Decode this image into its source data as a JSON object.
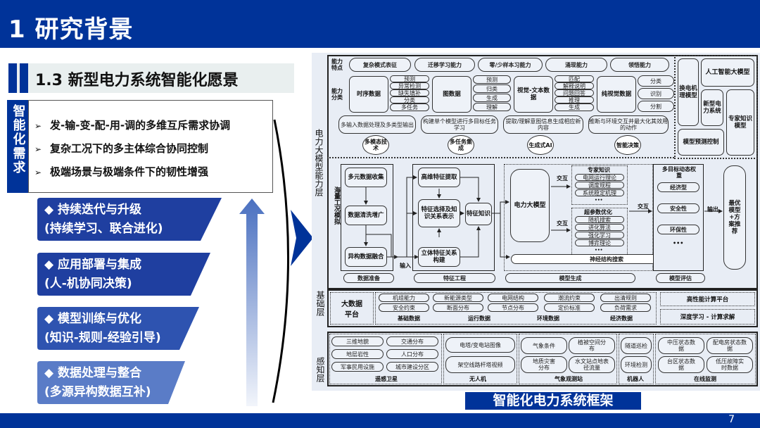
{
  "header": {
    "title": "1 研究背景"
  },
  "section": {
    "title": "1.3 新型电力系统智能化愿景"
  },
  "needs": {
    "label": "智能化需求",
    "items": [
      "发-输-变-配-用-调的多维互斥需求协调",
      "复杂工况下的多主体综合协同控制",
      "极端场景与极端条件下的韧性增强"
    ]
  },
  "stages": [
    {
      "title": "◆ 持续迭代与升级",
      "sub": "(持续学习、联合进化)",
      "color": "#1f3fa0"
    },
    {
      "title": "◆ 应用部署与集成",
      "sub": "(人-机协同决策)",
      "color": "#1f3fa0"
    },
    {
      "title": "◆ 模型训练与优化",
      "sub": "(知识-规则-经验引导)",
      "color": "#2e53b0"
    },
    {
      "title": "◆ 数据处理与整合",
      "sub": "(多源异构数据互补)",
      "color": "#5a7cc7"
    }
  ],
  "diagram": {
    "caption": "智能化电力系统框架",
    "layers": {
      "capability": "电力大模型能力层",
      "base": "基础层",
      "perception": "感知层",
      "sim": "海量工况模拟"
    },
    "features_label": "能力特点",
    "features": [
      "复杂模式表征",
      "迁移学习能力",
      "零/少样本习能力",
      "涌现能力",
      "领悟能力"
    ],
    "class_label": "能力分类",
    "classes": [
      {
        "name": "时序数据",
        "tasks": [
          "预测",
          "异常检测",
          "缺失填补",
          "分类",
          "多任务"
        ]
      },
      {
        "name": "图数据",
        "tasks": [
          "预测",
          "归类",
          "生成",
          "理解"
        ]
      },
      {
        "name": "视觉-文本数据",
        "tasks": [
          "匹配",
          "解释说明",
          "问题回答",
          "推理",
          "生成"
        ]
      },
      {
        "name": "纯视觉数据",
        "tasks": [
          "分类",
          "识别",
          "分割"
        ]
      }
    ],
    "descriptions": [
      "多输入数据处理及多类型输出",
      "构建单个模型进行多目标任务学习",
      "提取/理解意图信息生成相应新内容",
      "推断与环境交互并最大化其效用的动作"
    ],
    "techs": [
      "多模态技术",
      "多任务集成",
      "生成式AI",
      "智能决策"
    ],
    "models": {
      "mech": "换电机理模型",
      "ai": "人工智能大模型",
      "nps": "新型电力系统",
      "expert": "专家知识模型",
      "mpc": "模型预测控制"
    },
    "pipeline": {
      "prep": [
        "多元数据收集",
        "数据清洗增广",
        "异构数据融合"
      ],
      "prep_label": "数据准备",
      "input_label": "输入",
      "feat": [
        "高维特征提取",
        "特征选择及知识关系表示",
        "立体特征关系构建"
      ],
      "feat_knowledge": "特征知识",
      "feat_label": "特征工程",
      "big_model": "电力大模型",
      "interact": "交互",
      "expert_title": "专家知识",
      "expert_items": [
        "电网运行理论",
        "调度规程",
        "系统稳定机理"
      ],
      "hyper_title": "超参数优化",
      "hyper_items": [
        "随机搜索",
        "进化算法",
        "强化学习",
        "博弈理论"
      ],
      "nas": "神经结构搜索",
      "gen_label": "模型生成",
      "ellipsis": "•••",
      "multi_title": "多目标动态权重",
      "multi_items": [
        "经济型",
        "安全性",
        "环保性"
      ],
      "output_label": "输出",
      "best": "最优模型+方案推荐",
      "eval_label": "模型评估"
    },
    "base": {
      "platform": "大数据平台",
      "groups": [
        {
          "name": "基础数据",
          "items": [
            "机组能力",
            "安全约束"
          ]
        },
        {
          "name": "运行数据",
          "items": [
            "新能源类型",
            "断面分布"
          ]
        },
        {
          "name": "环境数据",
          "items": [
            "电网结构",
            "节点分布",
            "潮流约束",
            "定价标准"
          ]
        },
        {
          "name": "经济数据",
          "items": [
            "出清规则",
            "负荷需求"
          ]
        }
      ],
      "hpc": "高性能计算平台",
      "dl": "深度学习 - 计算求解"
    },
    "perception": {
      "groups": [
        {
          "name": "遥感卫星",
          "items": [
            "三维地貌",
            "交通分布",
            "地层岩性",
            "人口分布",
            "军事民用设施",
            "城市建设分区"
          ]
        },
        {
          "name": "无人机",
          "items": [
            "电塔/变电站图像",
            "架空线路杆塔视频"
          ]
        },
        {
          "name": "气象观测站",
          "items": [
            "气象条件",
            "植被空间分布",
            "地质灾害分布",
            "水文站点地表径流量"
          ]
        },
        {
          "name": "机器人",
          "items": [
            "隧道巡检",
            "环境检测"
          ]
        },
        {
          "name": "在线监测",
          "items": [
            "中压状态数据",
            "配电房状态数据",
            "台区状态数据",
            "低压故障实时数据"
          ]
        }
      ]
    }
  },
  "footer": {
    "page": "7"
  },
  "colors": {
    "brand": "#003399",
    "panel": "#e8edf5"
  }
}
